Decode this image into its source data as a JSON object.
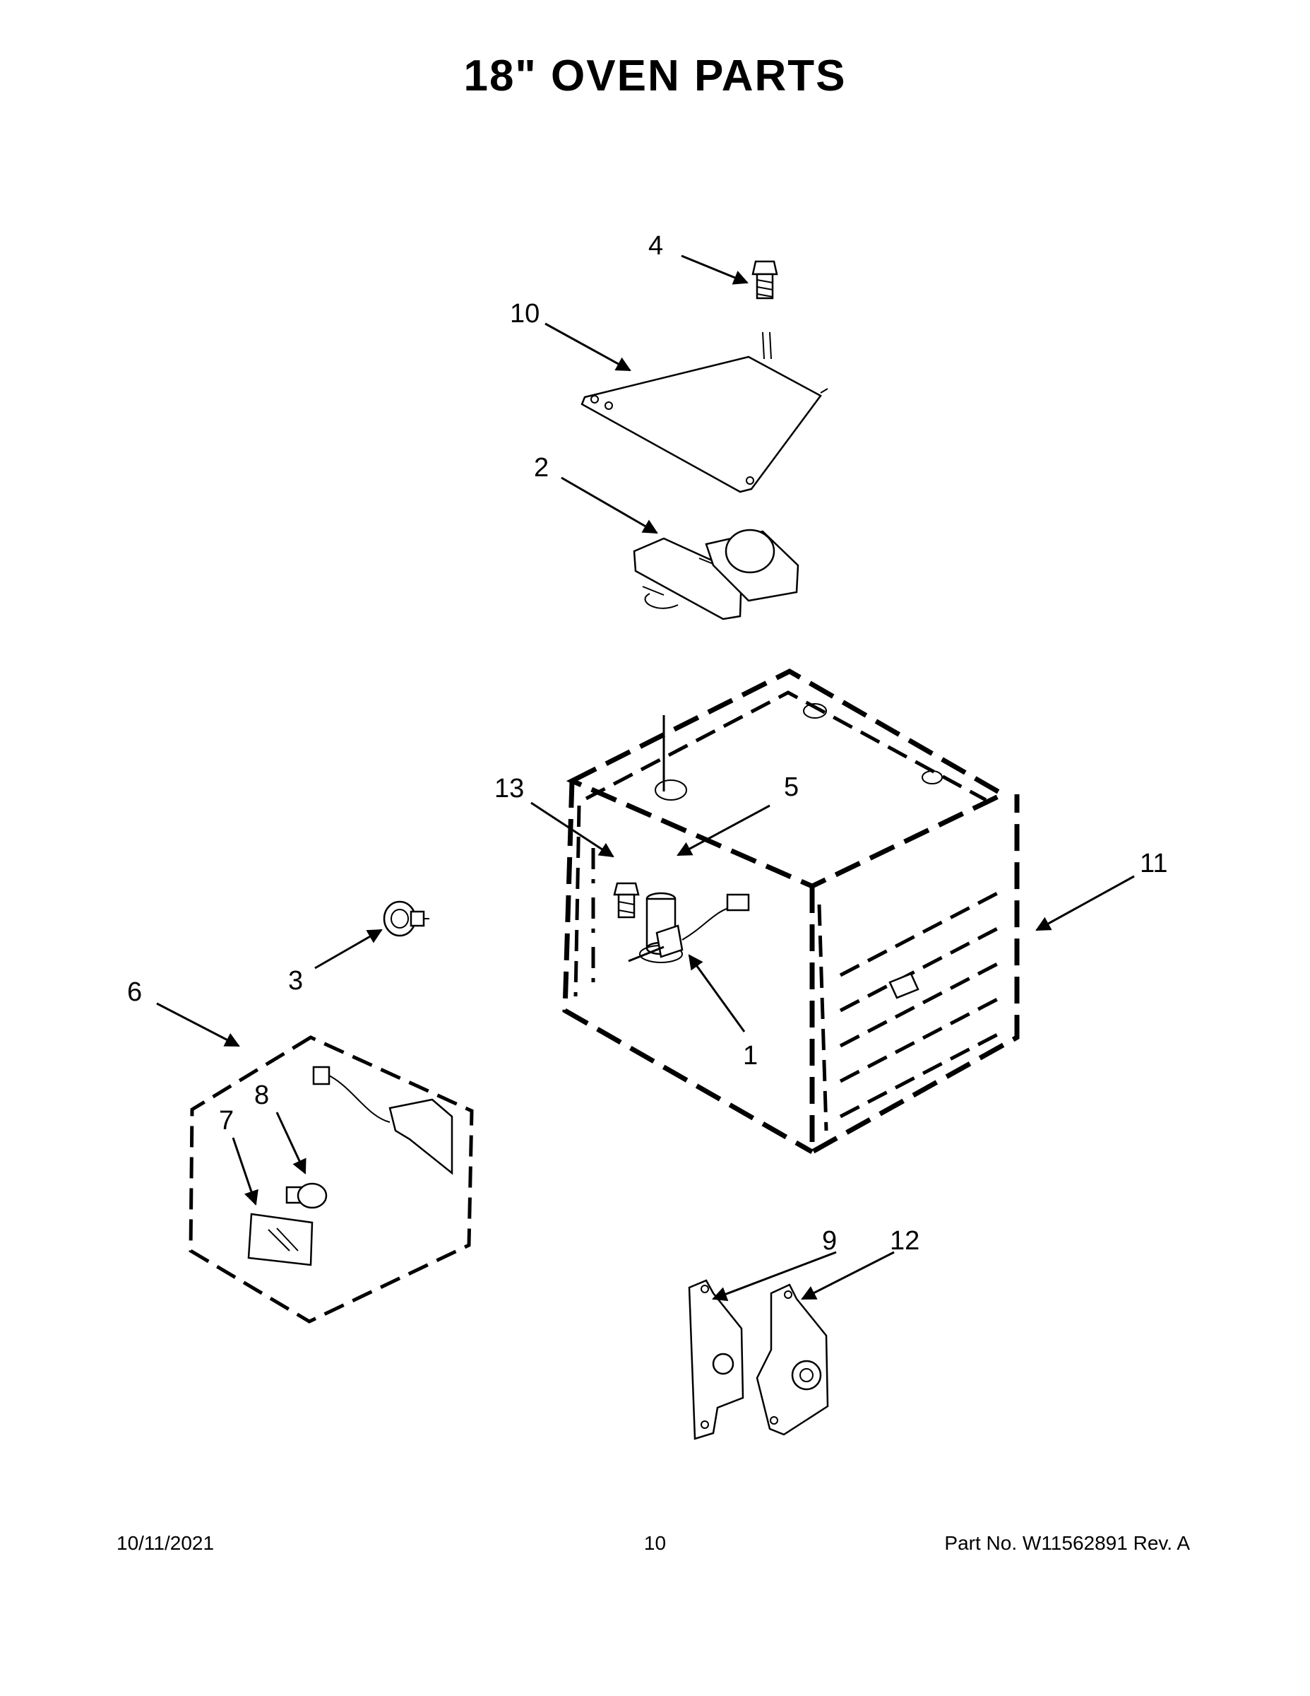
{
  "page": {
    "title": "18\" OVEN PARTS",
    "footer": {
      "date": "10/11/2021",
      "page_number": "10",
      "part_number": "Part No.  W11562891  Rev.  A"
    }
  },
  "callouts": [
    {
      "id": "1",
      "label": "1"
    },
    {
      "id": "2",
      "label": "2"
    },
    {
      "id": "3",
      "label": "3"
    },
    {
      "id": "4",
      "label": "4"
    },
    {
      "id": "5",
      "label": "5"
    },
    {
      "id": "6",
      "label": "6"
    },
    {
      "id": "7",
      "label": "7"
    },
    {
      "id": "8",
      "label": "8"
    },
    {
      "id": "9",
      "label": "9"
    },
    {
      "id": "10",
      "label": "10"
    },
    {
      "id": "11",
      "label": "11"
    },
    {
      "id": "12",
      "label": "12"
    },
    {
      "id": "13",
      "label": "13"
    }
  ]
}
